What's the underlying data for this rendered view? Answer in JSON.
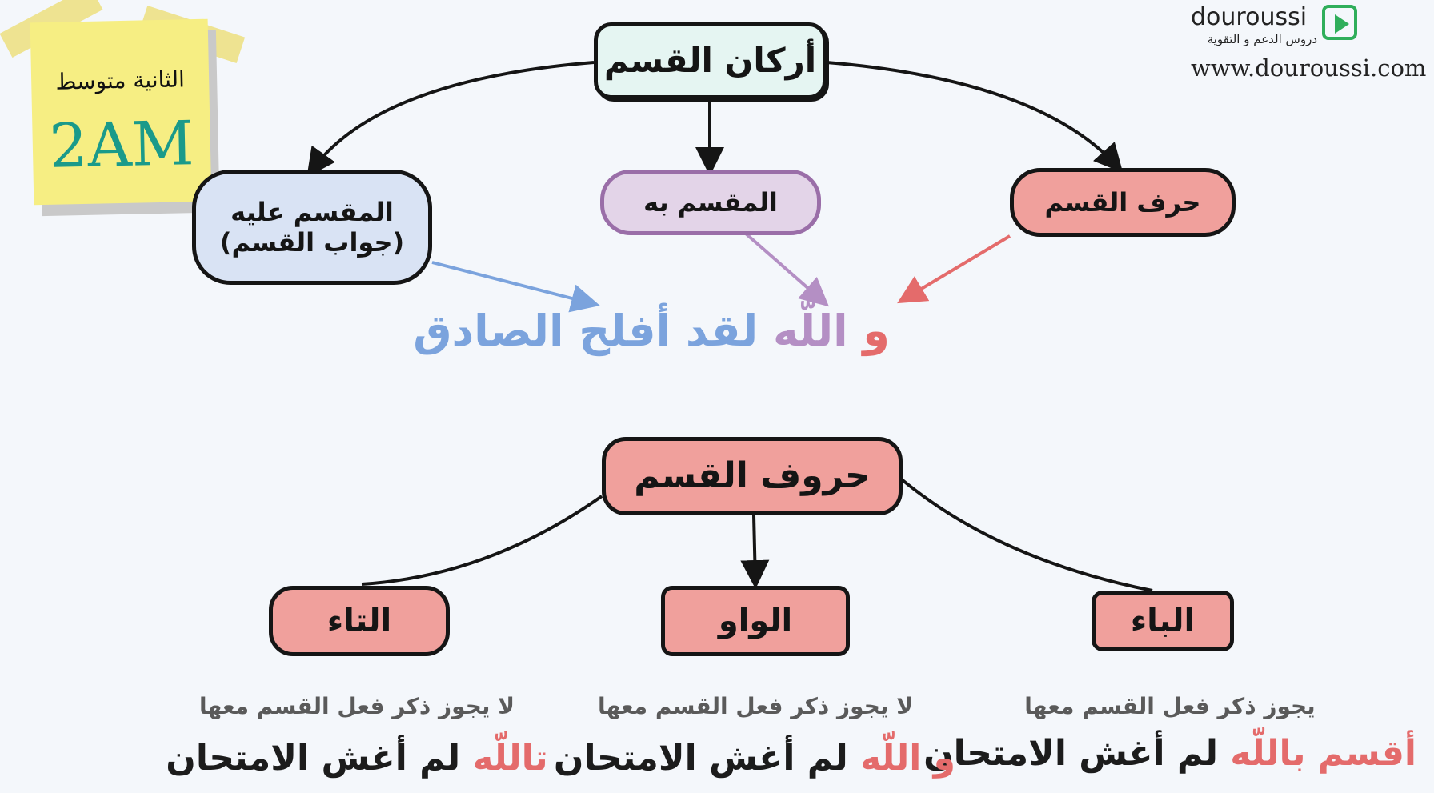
{
  "brand": {
    "name": "douroussi",
    "tagline": "دروس الدعم و التقوية",
    "url": "www.douroussi.com",
    "accent": "#2fae5a"
  },
  "level": {
    "label": "الثانية متوسط",
    "code": "2AM",
    "code_color": "#1a9a8a",
    "note_color": "#f6ee83"
  },
  "pillars": {
    "root": "أركان القسم",
    "children": [
      {
        "text": "حرف القسم",
        "fill": "#f0a09c"
      },
      {
        "text": "المقسم به",
        "fill": "#e3d4e8"
      },
      {
        "line1": "المقسم عليه",
        "line2": "(جواب القسم)",
        "fill": "#d9e3f4"
      }
    ],
    "example": {
      "particle": "و",
      "sworn_by": "اللّه",
      "answer": "لقد أفلح الصادق",
      "particle_color": "#e46b6b",
      "sworn_by_color": "#b48fc4",
      "answer_color": "#7ba3dd"
    }
  },
  "letters": {
    "root": "حروف القسم",
    "fill": "#f0a09c",
    "items": [
      {
        "name": "الباء",
        "rule": "يجوز ذكر فعل القسم معها",
        "oath": "أقسم باللّه",
        "rest": "لم أغش الامتحان"
      },
      {
        "name": "الواو",
        "rule": "لا يجوز ذكر فعل القسم معها",
        "oath": "و اللّه",
        "rest": "لم أغش الامتحان"
      },
      {
        "name": "التاء",
        "rule": "لا يجوز ذكر فعل القسم معها",
        "oath": "تاللّه",
        "rest": "لم أغش الامتحان"
      }
    ]
  }
}
